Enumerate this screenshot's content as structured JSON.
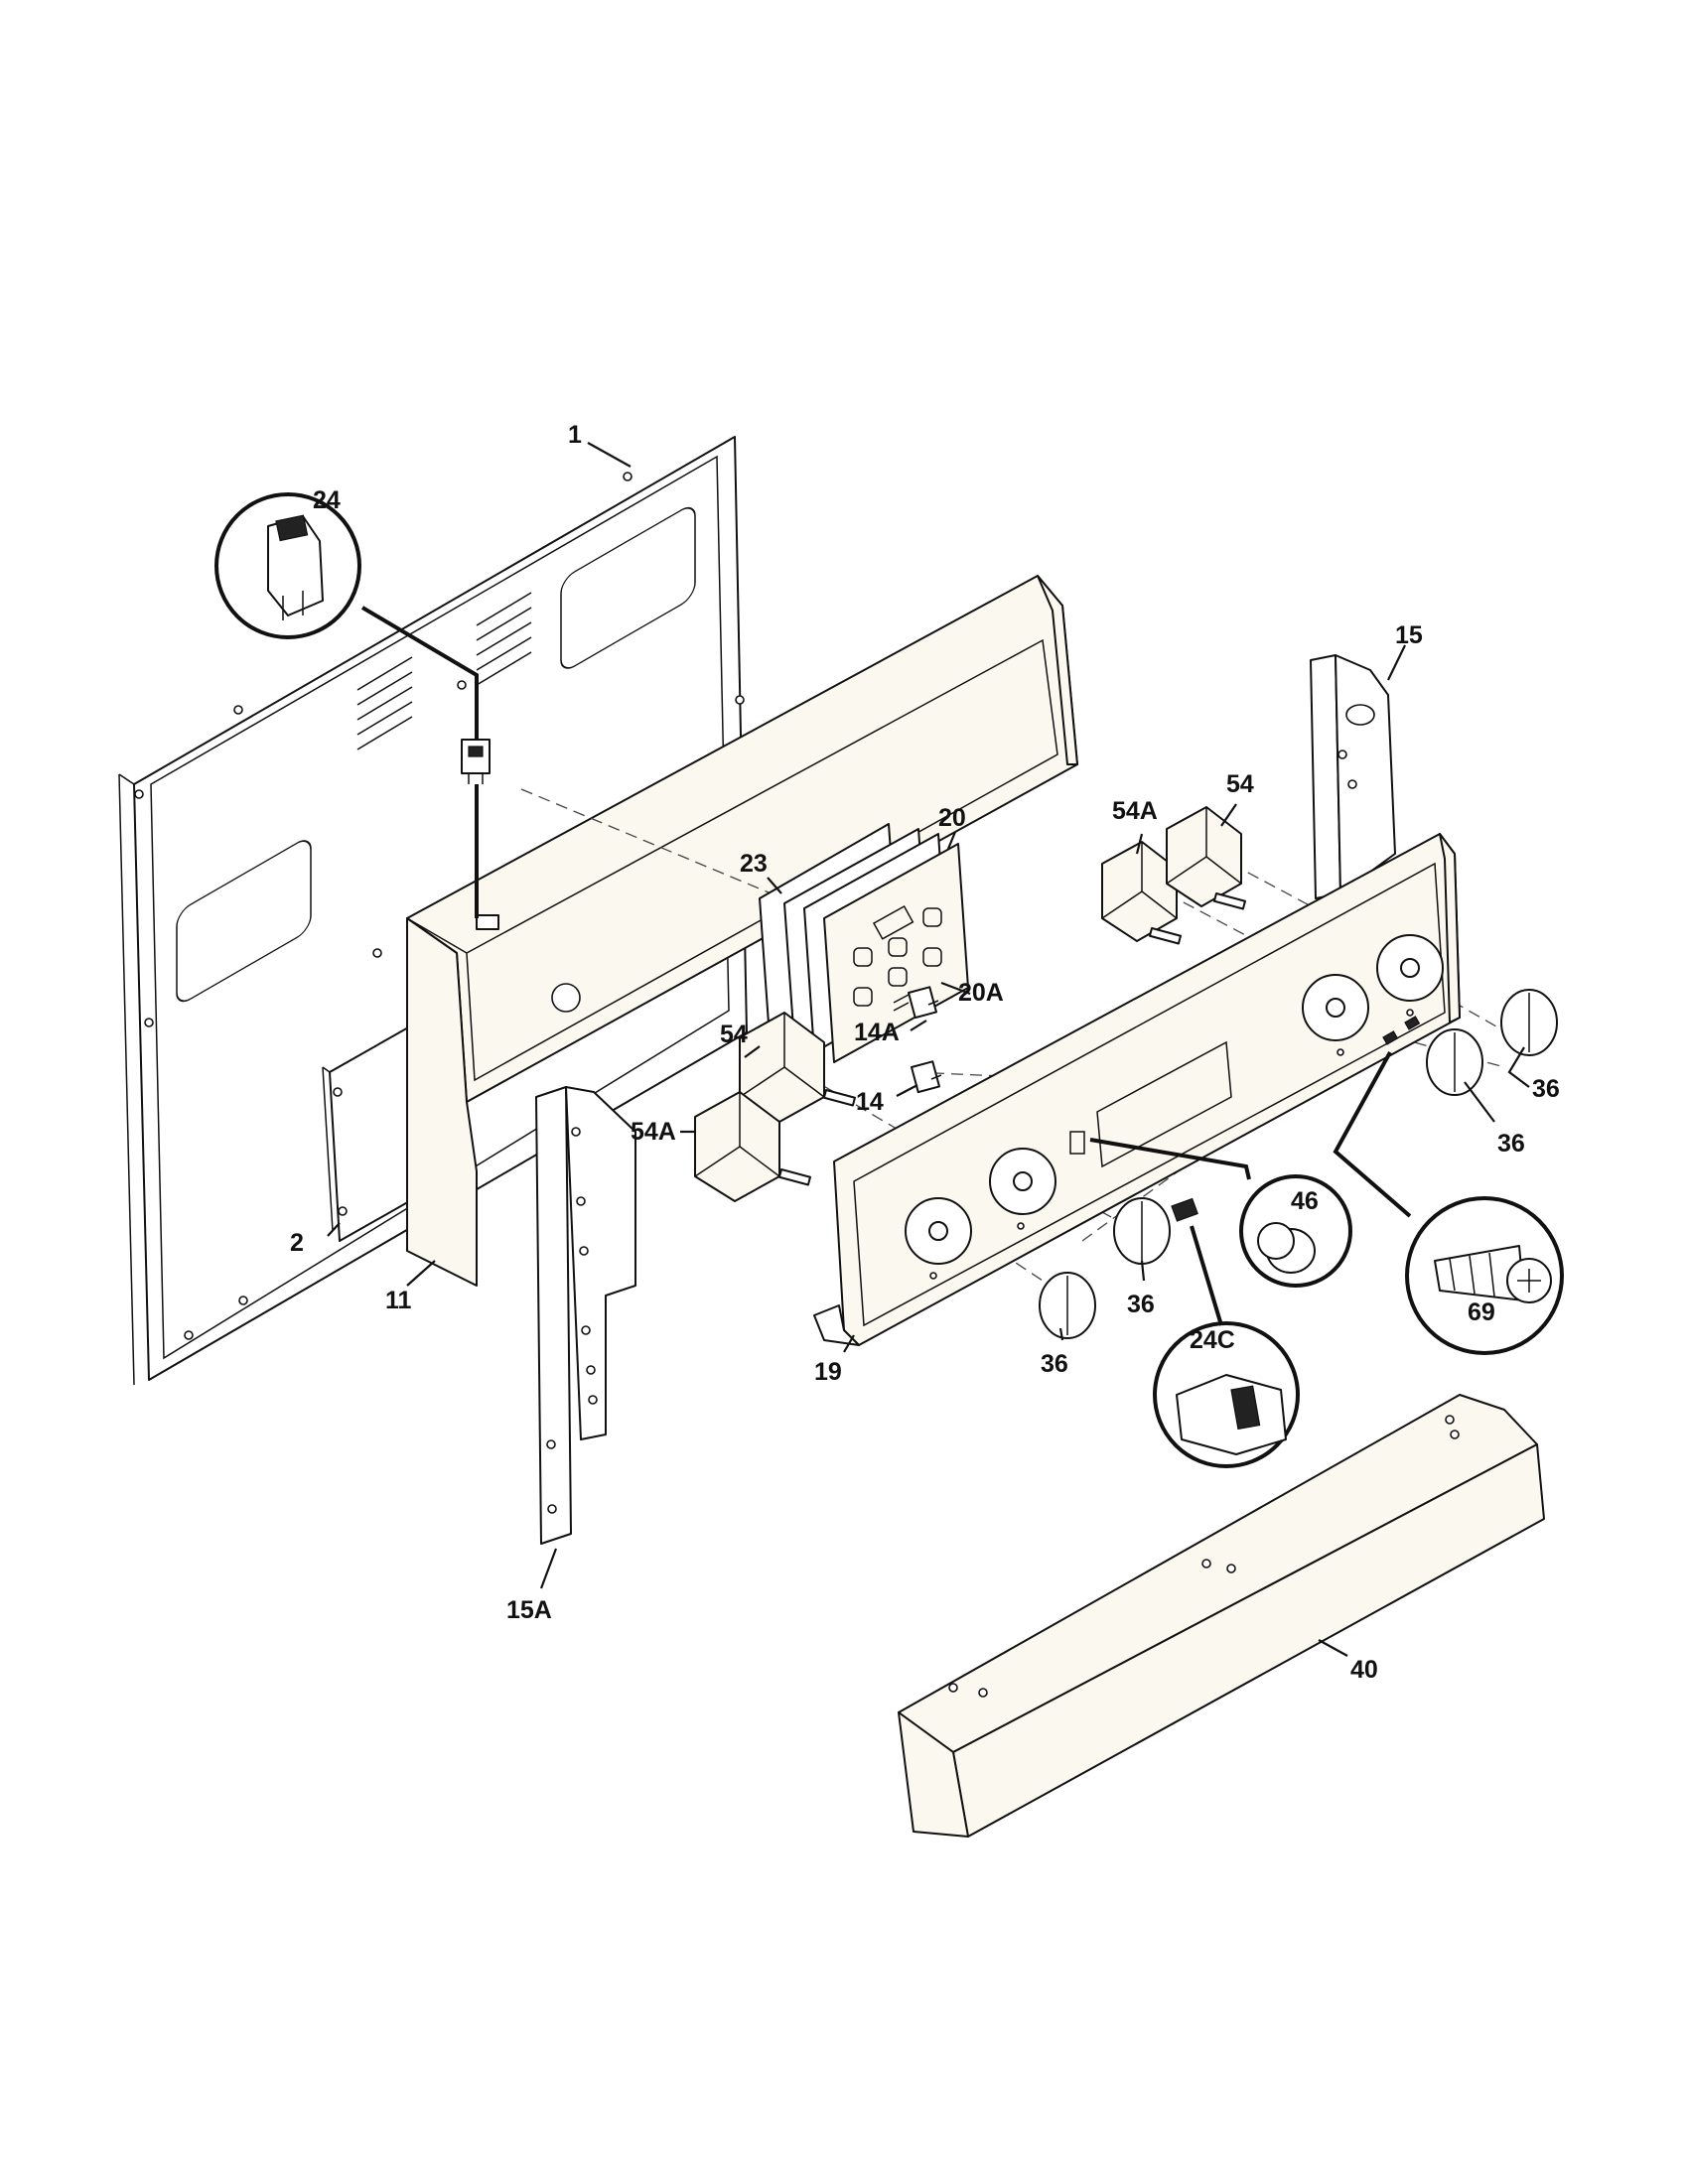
{
  "labels": {
    "p1": "1",
    "p2": "2",
    "p11": "11",
    "p14": "14",
    "p14a": "14A",
    "p15": "15",
    "p15a": "15A",
    "p19": "19",
    "p20": "20",
    "p20a": "20A",
    "p23": "23",
    "p24": "24",
    "p24c": "24C",
    "p36_a": "36",
    "p36_b": "36",
    "p36_c": "36",
    "p36_d": "36",
    "p40": "40",
    "p46": "46",
    "p54_left": "54",
    "p54_right": "54",
    "p54a_left": "54A",
    "p54a_right": "54A",
    "p69": "69"
  }
}
